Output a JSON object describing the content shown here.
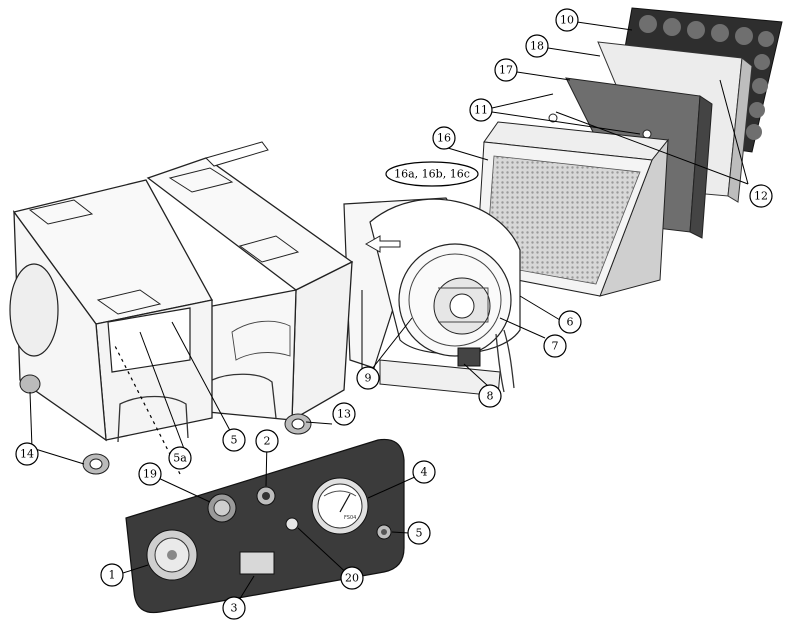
{
  "callouts": {
    "c1": "1",
    "c2": "2",
    "c3": "3",
    "c4": "4",
    "c5a": "5",
    "c5b": "5",
    "c5a_label": "5a",
    "c6": "6",
    "c7": "7",
    "c8": "8",
    "c9": "9",
    "c10": "10",
    "c11": "11",
    "c12": "12",
    "c13": "13",
    "c14": "14",
    "c16": "16",
    "c17": "17",
    "c18": "18",
    "c19": "19",
    "c20": "20",
    "c16_sub": "16a, 16b, 16c"
  },
  "gauge": {
    "scale_text": "FS04"
  },
  "colors": {
    "panel": "#3b3b3b",
    "filter_dark": "#303030",
    "filter_mid": "#6a6a6a",
    "filter_light": "#e8e8e8",
    "hepa": "#dcdcdc"
  }
}
